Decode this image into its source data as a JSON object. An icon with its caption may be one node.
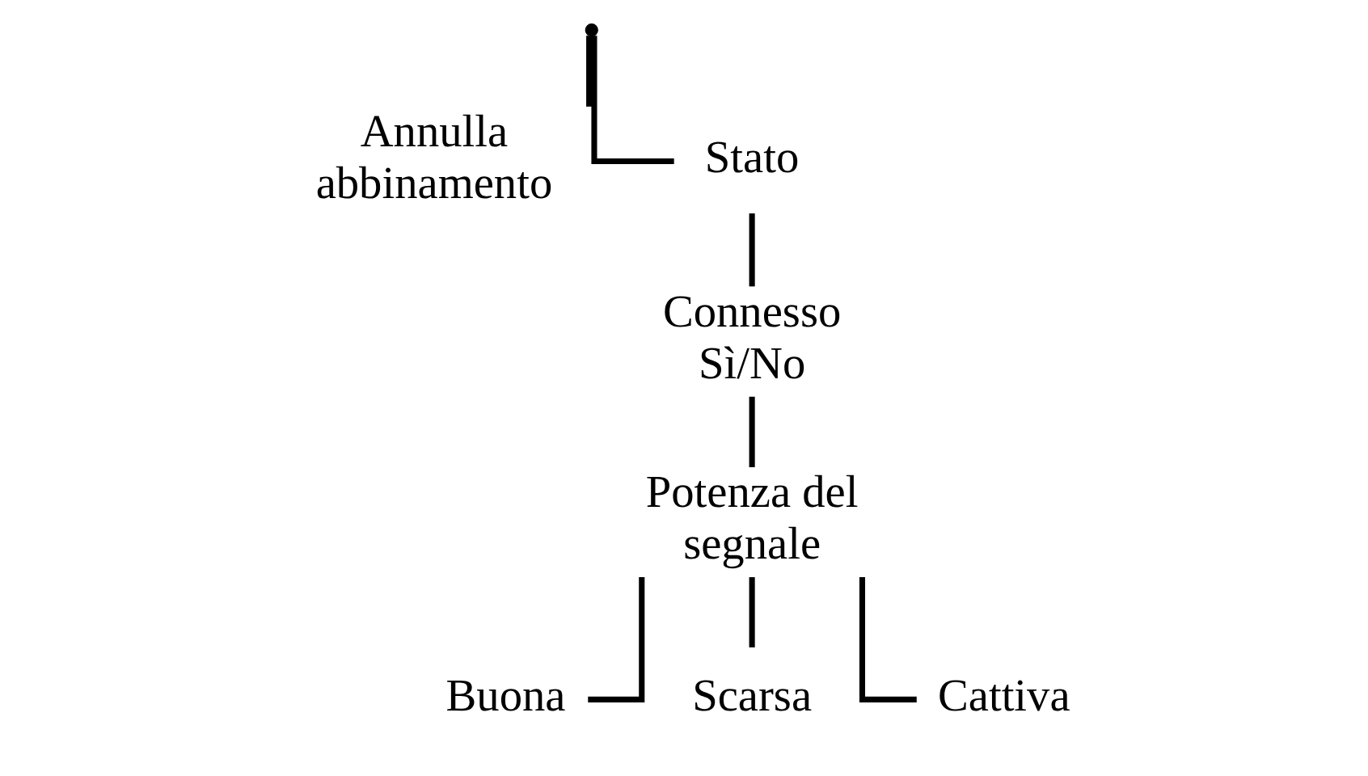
{
  "diagram": {
    "nodes": [
      {
        "text": [],
        "shape": "point"
      },
      {
        "text": [
          "Annulla abbinamento"
        ]
      },
      {
        "text": [
          "Stato"
        ]
      },
      {
        "text": [
          "Connesso Sì/No"
        ]
      },
      {
        "text": [
          "Potenza del segnale"
        ]
      },
      {
        "text": [
          "Buona"
        ]
      },
      {
        "text": [
          "Scarsa"
        ]
      },
      {
        "text": [
          "Cattiva"
        ]
      }
    ],
    "edges": [
      {
        "from": 0,
        "to": 1,
        "arrow": "none"
      },
      {
        "from": 0,
        "to": 2,
        "arrow": "none"
      },
      {
        "from": 2,
        "to": 3,
        "arrow": "none"
      },
      {
        "from": 3,
        "to": 4,
        "arrow": "none"
      },
      {
        "from": 4,
        "to": 5,
        "arrow": "none"
      },
      {
        "from": 4,
        "to": 6,
        "arrow": "none"
      },
      {
        "from": 4,
        "to": 7,
        "arrow": "none"
      }
    ]
  }
}
